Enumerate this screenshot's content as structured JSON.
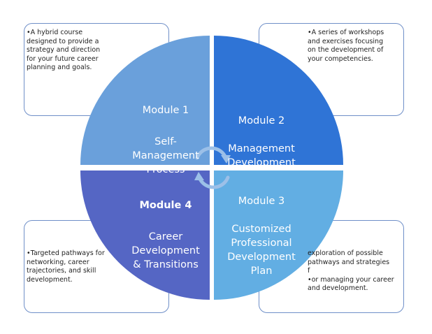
{
  "colors": {
    "q1": "#6aa0db",
    "q2": "#2f74d6",
    "q3": "#62aee3",
    "q4": "#5566c4",
    "box_border": "#6f8fc8",
    "arrow": "#9cc0e8"
  },
  "modules": [
    {
      "title": "Module 1",
      "body": "Self-\nManagement\nProcess",
      "title_bold": false
    },
    {
      "title": "Module 2",
      "body": "Management\nDevelopment",
      "title_bold": false
    },
    {
      "title": "Module 3",
      "body": "Customized\nProfessional\nDevelopment\nPlan",
      "title_bold": false
    },
    {
      "title": "Module 4",
      "body": "Career\nDevelopment\n& Transitions",
      "title_bold": true
    }
  ],
  "boxes": [
    {
      "text": "•A hybrid course\n  designed to provide a\n  strategy and direction\n  for your future career\n  planning and goals."
    },
    {
      "text": "•A series of workshops\n  and exercises focusing\n  on the development of\n  your competencies."
    },
    {
      "text": "exploration of possible\npathways and strategies\nf\n•or managing your career\n  and development."
    },
    {
      "text": "•Targeted pathways for\n  networking, career\n  trajectories, and skill\n  development."
    }
  ]
}
